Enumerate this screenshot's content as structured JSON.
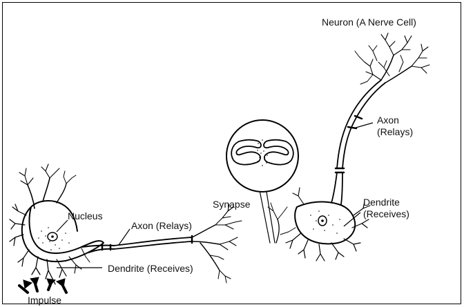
{
  "diagram": {
    "labels": {
      "title": "Neuron (A Nerve Cell)",
      "axon_right": "Axon\n(Relays)",
      "dendrite_right": "Dendrite\n(Receives)",
      "synapse": "Synapse",
      "nucleus": "Nucleus",
      "axon_left": "Axon (Relays)",
      "dendrite_left": "Dendrite (Receives)",
      "impulse": "Impulse"
    }
  }
}
